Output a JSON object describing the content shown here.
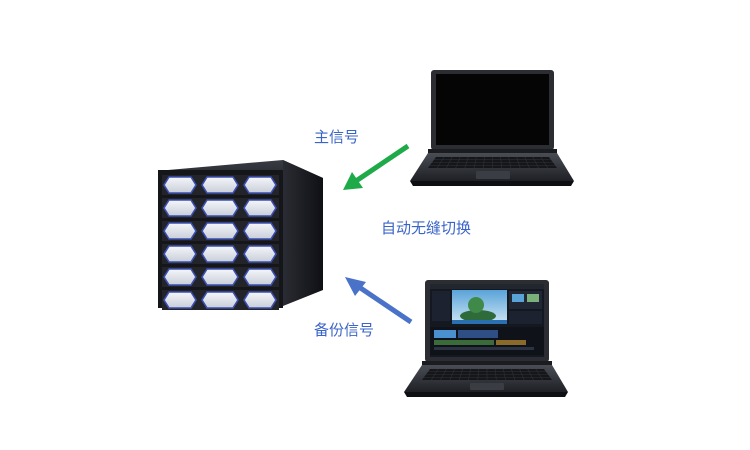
{
  "labels": {
    "primary_signal": "主信号",
    "backup_signal": "备份信号",
    "auto_switch": "自动无缝切换"
  },
  "colors": {
    "label_text": "#3a64c8",
    "primary_arrow": "#1faa4a",
    "backup_arrow": "#4a72c8",
    "server_body": "#1d1f25",
    "server_accent": "#3b4fb0",
    "laptop_frame": "#2b2d33",
    "laptop_screen_off": "#050505",
    "laptop_screen_on": "#141820"
  },
  "icons": {
    "server": "server-rack-icon",
    "laptop_primary": "laptop-icon",
    "laptop_backup": "laptop-editing-icon",
    "arrow_primary": "arrow-icon",
    "arrow_backup": "arrow-icon"
  }
}
